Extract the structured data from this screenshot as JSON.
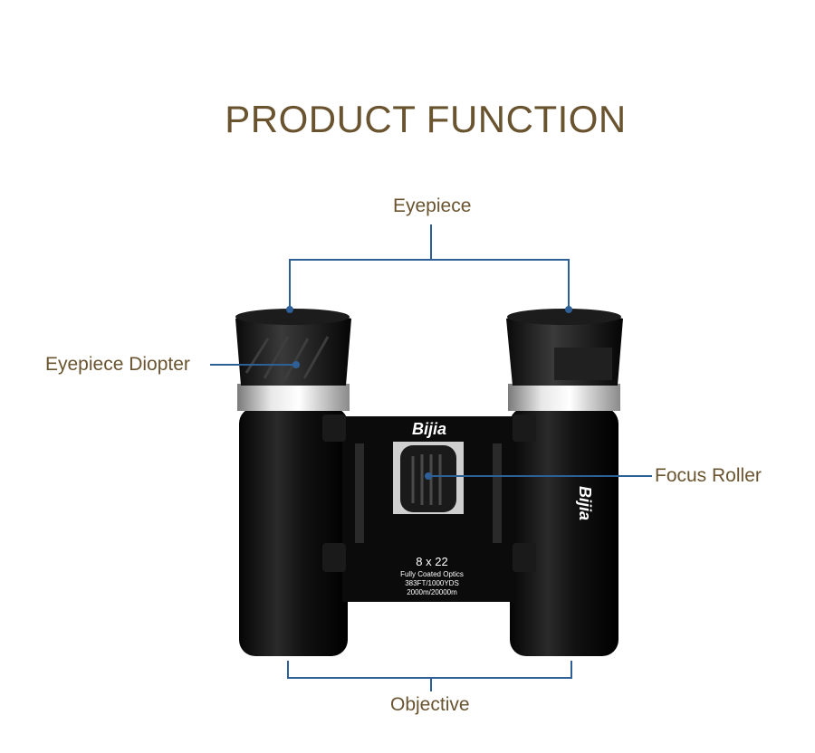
{
  "title": "PRODUCT FUNCTION",
  "labels": {
    "eyepiece": "Eyepiece",
    "eyepiece_diopter": "Eyepiece Diopter",
    "focus_roller": "Focus Roller",
    "objective": "Objective"
  },
  "product": {
    "brand": "Bijia",
    "spec_magnification": "8 x 22",
    "spec_coating": "Fully Coated Optics",
    "spec_field": "383FT/1000YDS",
    "spec_range": "2000m/20000m"
  },
  "colors": {
    "title": "#6a5430",
    "callout_line": "#2f5f97",
    "body": "#101010"
  }
}
